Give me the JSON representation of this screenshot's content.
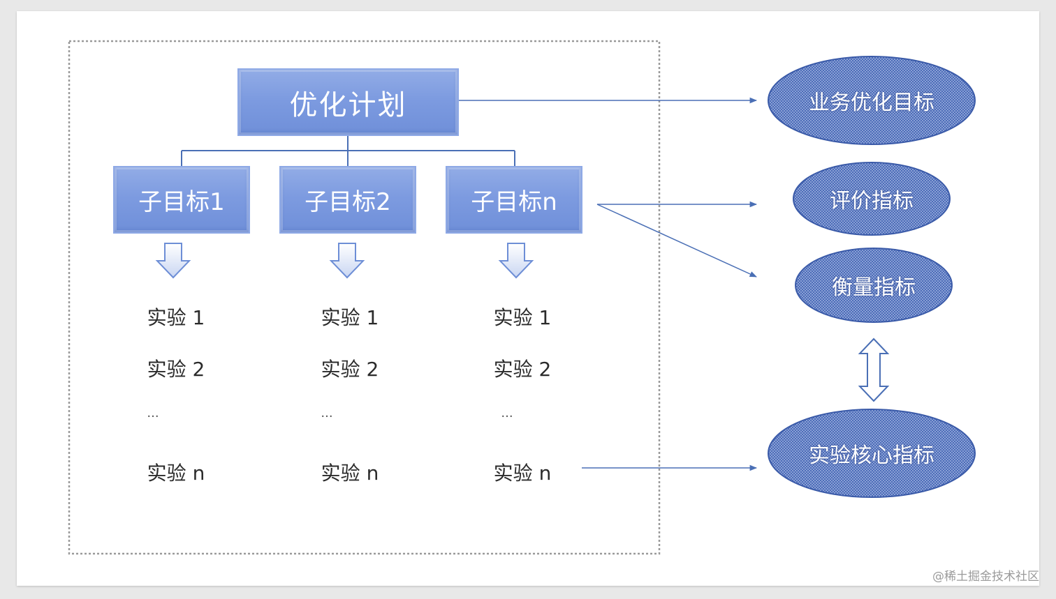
{
  "plan": {
    "root_label": "优化计划",
    "sub_goals": [
      "子目标1",
      "子目标2",
      "子目标n"
    ]
  },
  "experiments": {
    "col1": [
      "实验 1",
      "实验 2",
      "...",
      "实验 n"
    ],
    "col2": [
      "实验 1",
      "实验 2",
      "...",
      "实验 n"
    ],
    "col3": [
      "实验 1",
      "实验 2",
      "...",
      "实验 n"
    ]
  },
  "metrics": {
    "business_goal": "业务优化目标",
    "evaluation": "评价指标",
    "measurement": "衡量指标",
    "core": "实验核心指标"
  },
  "watermark": "@稀土掘金技术社区",
  "colors": {
    "box_fill": "#7d9be0",
    "ellipse_fill": "#3f5fae",
    "line": "#4a6fb5",
    "frame": "#9a9a9a"
  }
}
